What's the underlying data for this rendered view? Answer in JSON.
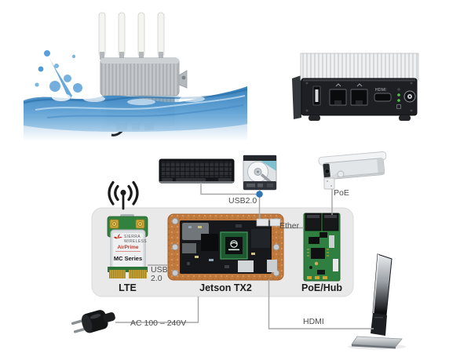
{
  "labels": {
    "usb2_top": "USB2.0",
    "usb_side1": "USB",
    "usb_side2": "2.0",
    "ether": "Ether",
    "poe": "PoE",
    "hdmi": "HDMI",
    "ac": "AC 100 – 240V",
    "lte": "LTE",
    "jetson": "Jetson TX2",
    "poe_hub": "PoE/Hub"
  },
  "lte_card": {
    "brand1": "SIERRA",
    "brand2": "WIRELESS",
    "product": "AirPrime",
    "series": "MC Series"
  },
  "minipc": {
    "hdmi_port_label": "HDMI"
  },
  "colors": {
    "node_blue": "#2e75b6",
    "line_gray": "#a6a6a6",
    "box_gray": "#e9e9e9",
    "pcb_green": "#2f8040",
    "copper": "#c07a3e",
    "nvidia_green": "#1d5a31"
  }
}
